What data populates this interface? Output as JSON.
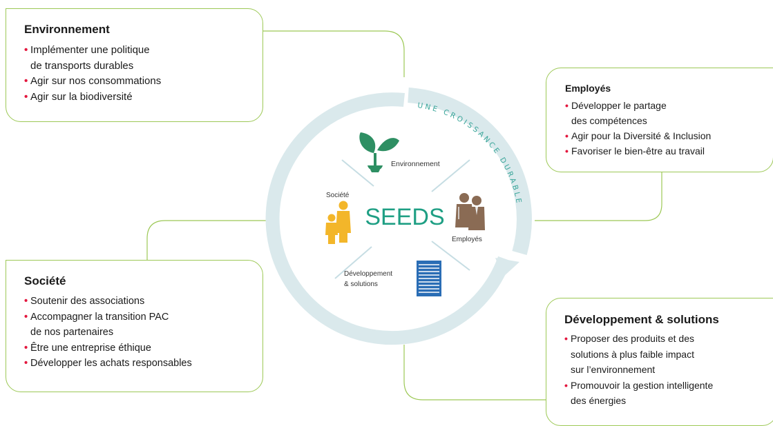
{
  "center": {
    "title": "SEEDS",
    "arc_text": "UNE CROISSANCE DURABLE",
    "pillars": {
      "environnement": "Environnement",
      "societe": "Société",
      "employes": "Employés",
      "developpement_line1": "Développement",
      "developpement_line2": "& solutions"
    },
    "icons": {
      "environnement": "sprout-icon",
      "societe": "family-icon",
      "employes": "workers-icon",
      "developpement": "solar-panel-icon"
    }
  },
  "colors": {
    "box_border": "#9cc855",
    "bullet": "#e3173e",
    "ring": "#dae9ec",
    "seeds_text": "#1f9f84",
    "sprout": "#2e8f63",
    "family": "#f3b62a",
    "workers": "#8a6b54",
    "panel": "#2a6db5"
  },
  "boxes": {
    "environnement": {
      "title": "Environnement",
      "items": [
        {
          "line1": "Implémenter une politique",
          "line2": "de transports durables"
        },
        {
          "line1": "Agir sur nos consommations"
        },
        {
          "line1": "Agir sur la biodiversité"
        }
      ]
    },
    "employes": {
      "title": "Employés",
      "items": [
        {
          "line1": "Développer le partage",
          "line2": "des compétences"
        },
        {
          "line1": "Agir pour la Diversité & Inclusion"
        },
        {
          "line1": "Favoriser le bien-être au travail"
        }
      ]
    },
    "societe": {
      "title": "Société",
      "items": [
        {
          "line1": "Soutenir des associations"
        },
        {
          "line1": "Accompagner la transition PAC",
          "line2": "de nos partenaires"
        },
        {
          "line1": "Être une entreprise éthique"
        },
        {
          "line1": "Développer les achats responsables"
        }
      ]
    },
    "developpement": {
      "title": "Développement & solutions",
      "items": [
        {
          "line1": "Proposer des produits et des",
          "line2": "solutions à plus faible impact",
          "line3": "sur l’environnement"
        },
        {
          "line1": "Promouvoir la gestion intelligente",
          "line2": "des énergies"
        }
      ]
    }
  }
}
